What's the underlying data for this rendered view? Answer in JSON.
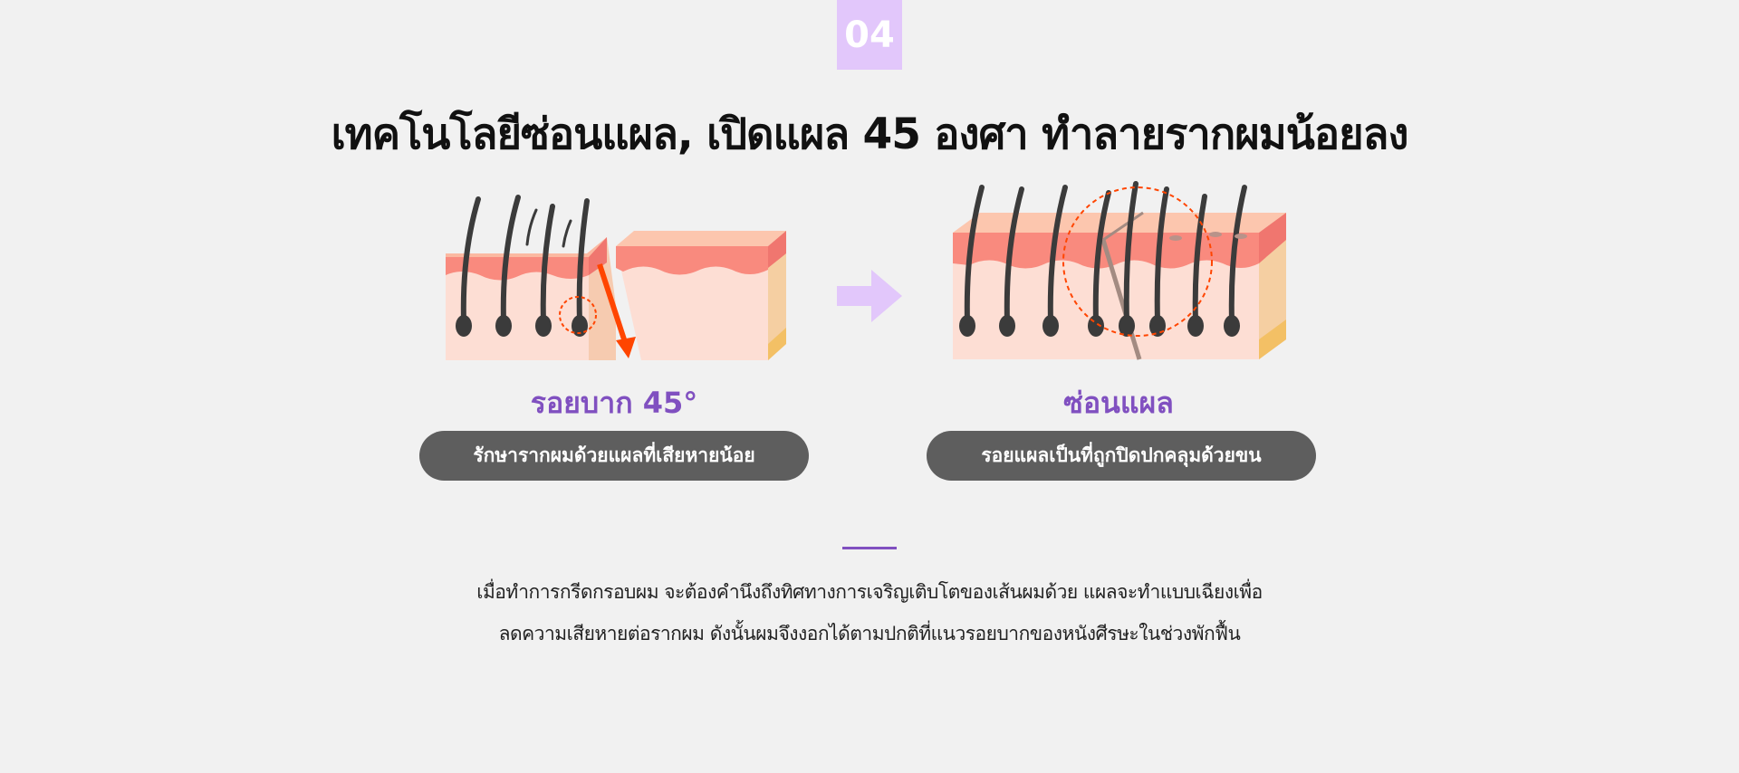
{
  "step": {
    "number": "04"
  },
  "heading": {
    "title": "เทคโนโลยีซ่อนแผล, เปิดแผล 45 องศา ทำลายรากผมน้อยลง"
  },
  "left_panel": {
    "caption_title": "รอยบาก 45°",
    "caption_text": "รักษารากผมด้วยแผลที่เสียหายน้อย",
    "illustration_icon": "angled-incision-skin-icon"
  },
  "right_panel": {
    "caption_title": "ซ่อนแผล",
    "caption_text": "รอยแผลเป็นที่ถูกปิดปกคลุมด้วยขน",
    "illustration_icon": "hidden-scar-skin-icon"
  },
  "transition": {
    "icon": "arrow-right-icon",
    "color": "#e2c7fb"
  },
  "description": {
    "line1": "เมื่อทำการกรีดกรอบผม จะต้องคำนึงถึงทิศทางการเจริญเติบโตของเส้นผมด้วย แผลจะทำแบบเฉียงเพื่อ",
    "line2": "ลดความเสียหายต่อรากผม ดังนั้นผมจึงงอกได้ตามปกติที่แนวรอยบากของหนังศีรษะในช่วงพักฟื้น"
  },
  "colors": {
    "accent": "#8050c0",
    "badge": "#e2c7fb",
    "pill": "#5e5e5e",
    "incision_arrow": "#ff4500"
  }
}
